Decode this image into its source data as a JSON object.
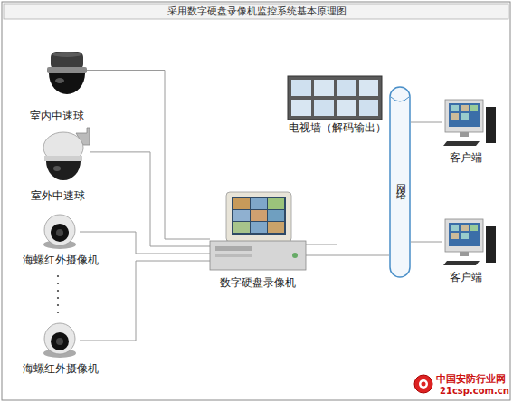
{
  "diagram": {
    "title": "采用数字硬盘录像机监控系统基本原理图",
    "nodes": [
      {
        "text": [
          "室内中速球"
        ]
      },
      {
        "text": [
          "室外中速球"
        ]
      },
      {
        "text": [
          "海螺红外摄像机"
        ]
      },
      {
        "text": [
          "海螺红外摄像机"
        ]
      },
      {
        "text": [
          "电视墙（解码输出）"
        ]
      },
      {
        "text": [
          "数字硬盘录像机"
        ]
      },
      {
        "text": [
          "网络"
        ]
      },
      {
        "text": [
          "客户端"
        ]
      },
      {
        "text": [
          "客户端"
        ]
      }
    ],
    "edges": [
      {
        "from": 0,
        "to": 5,
        "arrow": "none"
      },
      {
        "from": 1,
        "to": 5,
        "arrow": "none"
      },
      {
        "from": 2,
        "to": 5,
        "arrow": "none"
      },
      {
        "from": 3,
        "to": 5,
        "arrow": "none"
      },
      {
        "from": 5,
        "to": 4,
        "arrow": "none"
      },
      {
        "from": 5,
        "to": 6,
        "arrow": "none"
      },
      {
        "from": 6,
        "to": 7,
        "arrow": "none"
      },
      {
        "from": 6,
        "to": 8,
        "arrow": "none"
      }
    ],
    "labels": [
      "中国安防行业网",
      "21csp.com.cn"
    ]
  }
}
